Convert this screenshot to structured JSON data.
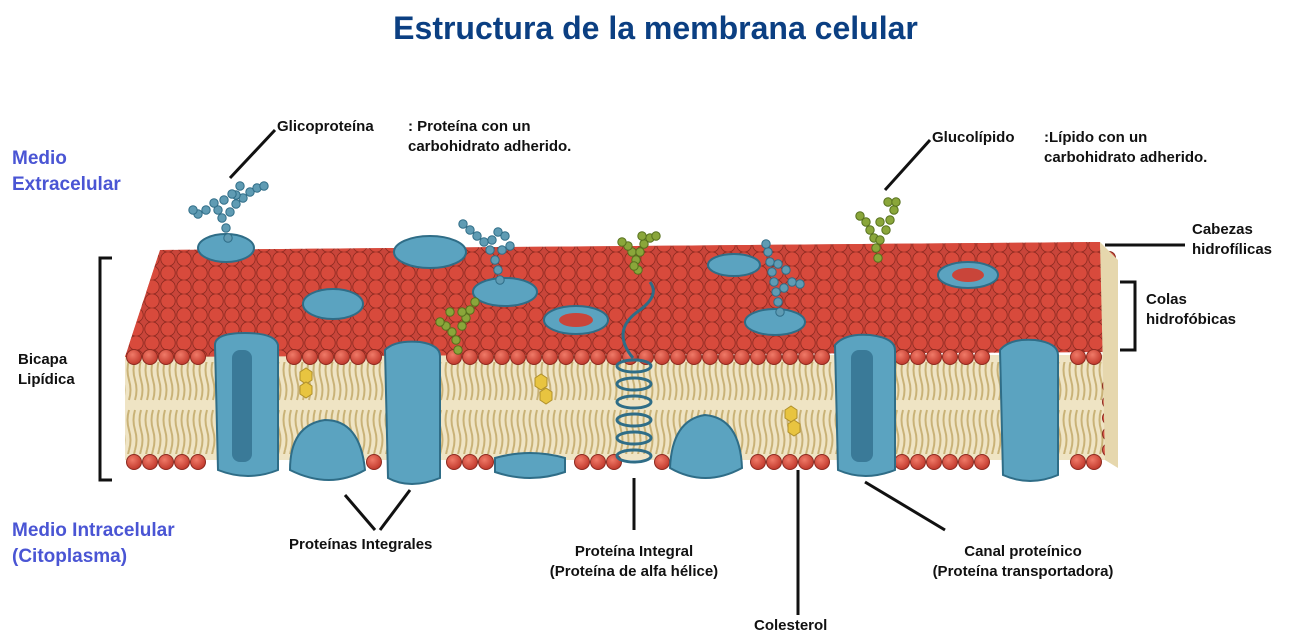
{
  "title": "Estructura de la membrana celular",
  "media": {
    "extracelular_line1": "Medio",
    "extracelular_line2": "Extracelular",
    "intracelular_line1": "Medio Intracelular",
    "intracelular_line2": "(Citoplasma)"
  },
  "labels": {
    "glicoproteina_name": "Glicoproteína",
    "glicoproteina_desc1": ": Proteína con un",
    "glicoproteina_desc2": "carbohidrato adherido.",
    "glucolipido_name": "Glucolípido",
    "glucolipido_desc1": ":Lípido con un",
    "glucolipido_desc2": "carbohidrato adherido.",
    "cabezas_line1": "Cabezas",
    "cabezas_line2": "hidrofílicas",
    "colas_line1": "Colas",
    "colas_line2": "hidrofóbicas",
    "bicapa_line1": "Bicapa",
    "bicapa_line2": "Lipídica",
    "integrales": "Proteínas Integrales",
    "integral_line1": "Proteína Integral",
    "integral_line2": "(Proteína de alfa hélice)",
    "canal_line1": "Canal proteínico",
    "canal_line2": "(Proteína transportadora)",
    "colesterol": "Colesterol"
  },
  "colors": {
    "head": "#d84a3c",
    "tail": "#d8c48a",
    "protein": "#5ba3c0",
    "protein_dark": "#3a7a98",
    "glyco_blue": "#5f9bb3",
    "glyco_green": "#8aa63a",
    "cholesterol": "#e8c440",
    "medium_text": "#4a55d4",
    "title": "#0b3f82"
  }
}
